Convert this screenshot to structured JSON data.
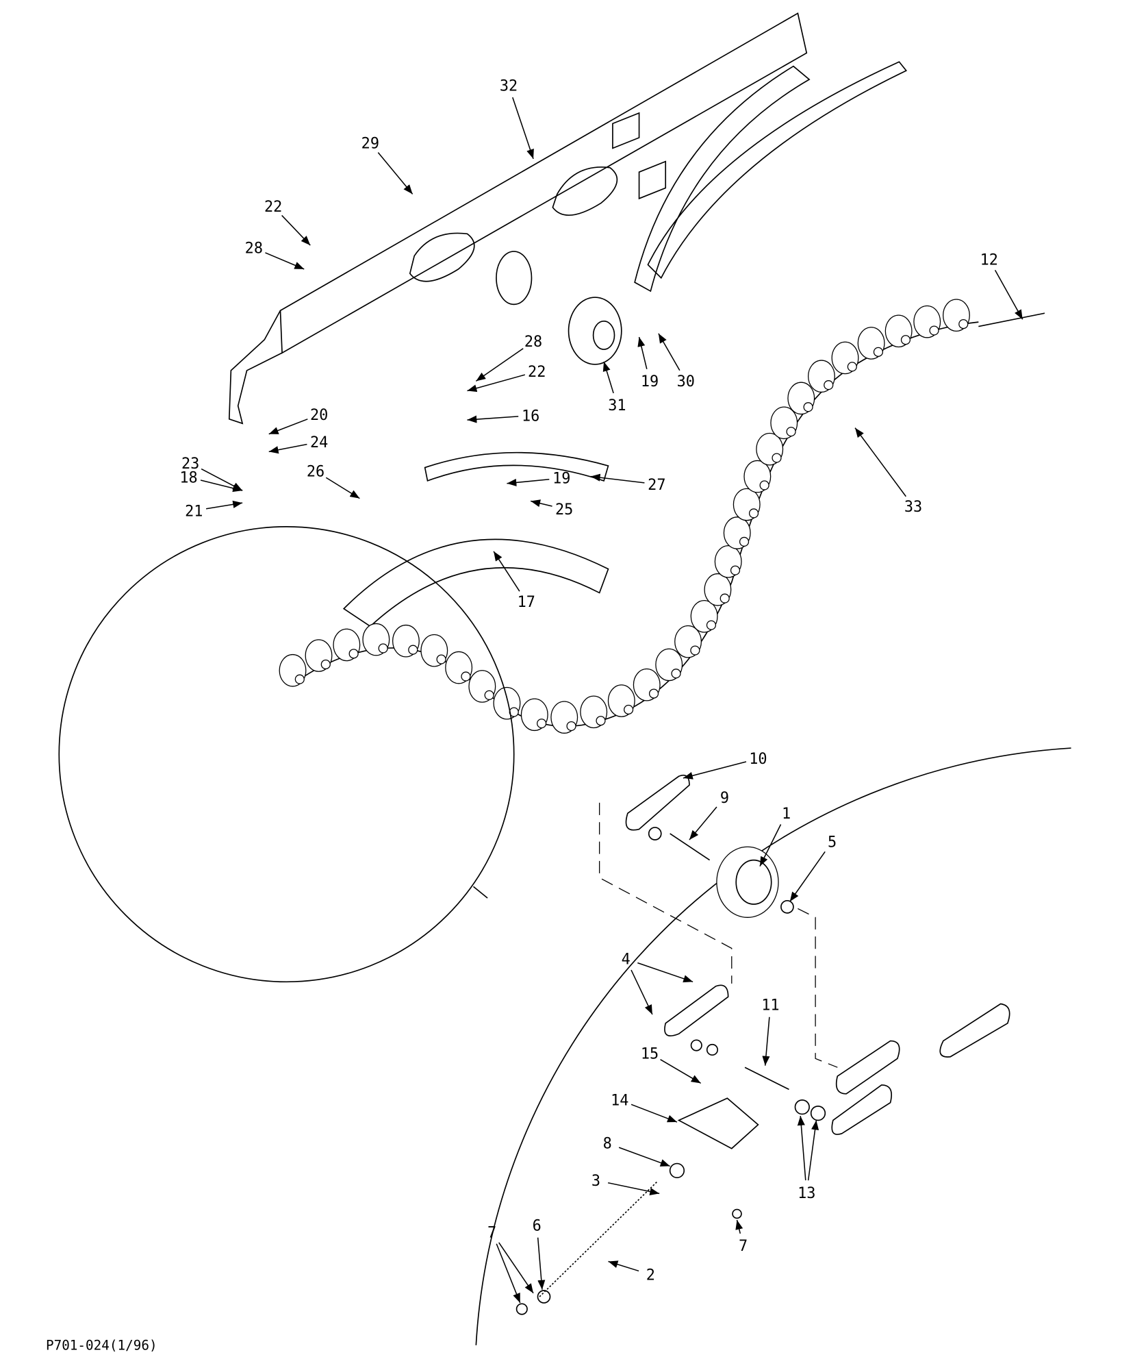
{
  "diagram": {
    "title_code": "P701-024(1/96)",
    "callouts": [
      "32",
      "29",
      "22",
      "28",
      "28",
      "22",
      "16",
      "20",
      "24",
      "23",
      "18",
      "21",
      "26",
      "19",
      "25",
      "27",
      "17",
      "31",
      "19",
      "30",
      "12",
      "33",
      "10",
      "9",
      "1",
      "5",
      "4",
      "11",
      "15",
      "14",
      "8",
      "3",
      "13",
      "6",
      "7",
      "7",
      "2"
    ]
  }
}
